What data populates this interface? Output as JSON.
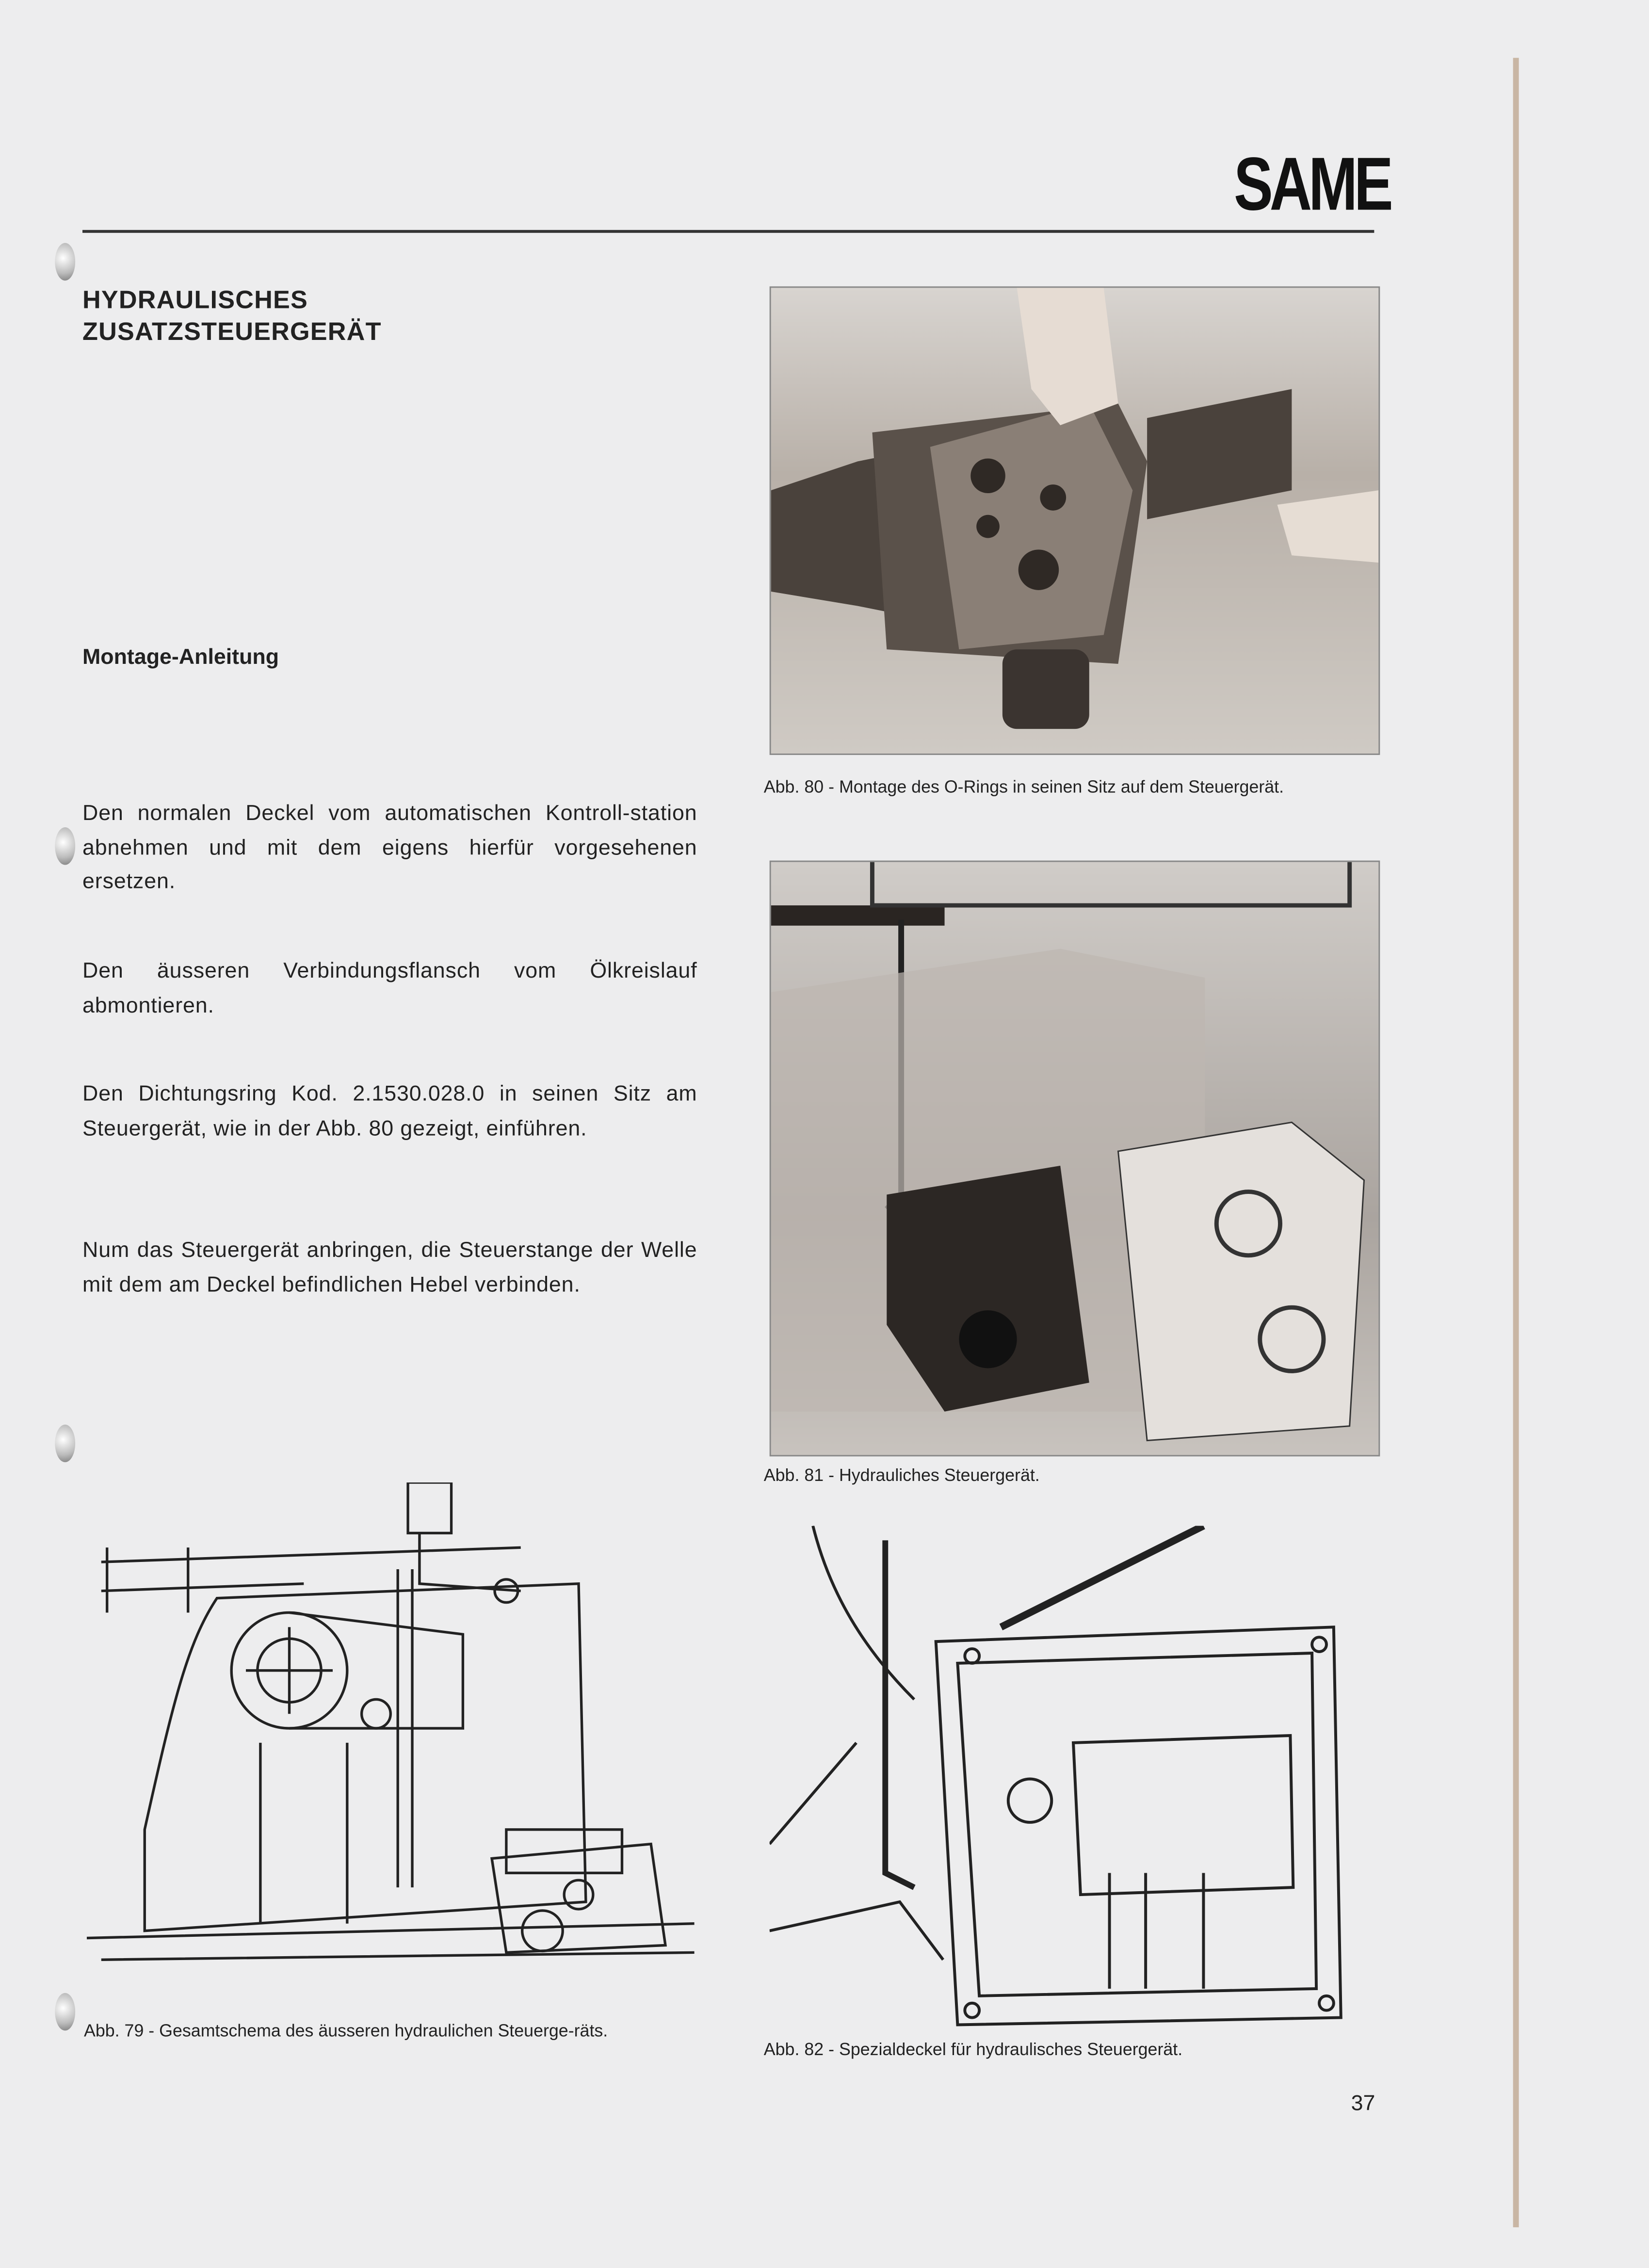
{
  "header": {
    "brand_logo": "SAME"
  },
  "title_lines": [
    "HYDRAULISCHES",
    "ZUSATZSTEUERGERÄT"
  ],
  "section_heading": "Montage-Anleitung",
  "paragraphs": [
    "Den normalen Deckel vom automatischen Kontroll-station abnehmen und mit dem eigens hierfür vorgesehenen ersetzen.",
    "Den äusseren Verbindungsflansch vom Ölkreislauf abmontieren.",
    "Den Dichtungsring Kod. 2.1530.028.0 in seinen Sitz am Steuergerät, wie in der Abb. 80 gezeigt, einführen.",
    "Num das Steuergerät anbringen, die Steuerstange der Welle mit dem am Deckel befindlichen Hebel verbinden."
  ],
  "figures": [
    {
      "id": "fig-80",
      "caption": "Abb. 80 - Montage des O-Rings in seinen Sitz auf dem Steuergerät."
    },
    {
      "id": "fig-81",
      "caption": "Abb. 81 - Hydrauliches Steuergerät."
    },
    {
      "id": "fig-82",
      "caption": "Abb. 82 - Spezialdeckel für hydraulisches Steuergerät."
    },
    {
      "id": "fig-79",
      "caption": "Abb. 79 - Gesamtschema des äusseren hydraulichen Steuerge-räts."
    }
  ],
  "page_number": "37"
}
